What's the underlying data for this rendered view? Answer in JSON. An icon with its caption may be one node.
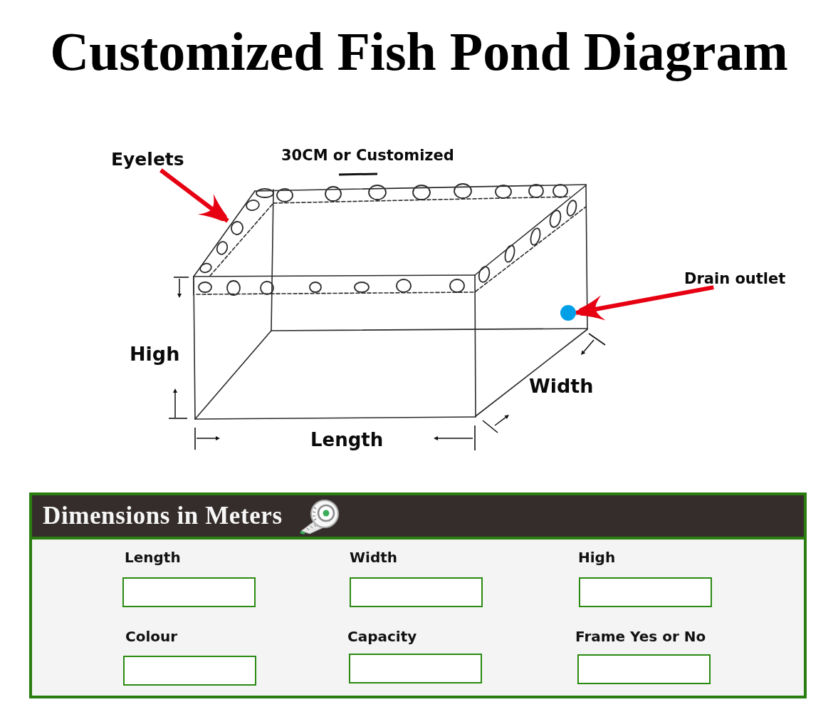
{
  "diagram": {
    "title": "Customized Fish Pond Diagram",
    "nodes": [
      {
        "text": [
          "Eyelets"
        ]
      },
      {
        "text": [
          "Drain outlet"
        ]
      },
      {
        "text": [],
        "shape": "circle"
      },
      {
        "text": [
          "Dimensions in Meters"
        ]
      },
      {
        "text": [
          "Length"
        ],
        "in": 3
      },
      {
        "text": [
          "Width"
        ],
        "in": 3
      },
      {
        "text": [
          "High"
        ],
        "in": 3
      },
      {
        "text": [
          "Colour"
        ],
        "in": 3
      },
      {
        "text": [
          "Capacity"
        ],
        "in": 3
      },
      {
        "text": [
          "Frame Yes or No"
        ],
        "in": 3
      }
    ],
    "edges": [
      {
        "from": 0,
        "to": null,
        "arrow": "to"
      },
      {
        "from": 1,
        "to": 2,
        "arrow": "to"
      }
    ],
    "labels": [
      "30CM or Customized",
      "High",
      "Width",
      "Length"
    ]
  }
}
